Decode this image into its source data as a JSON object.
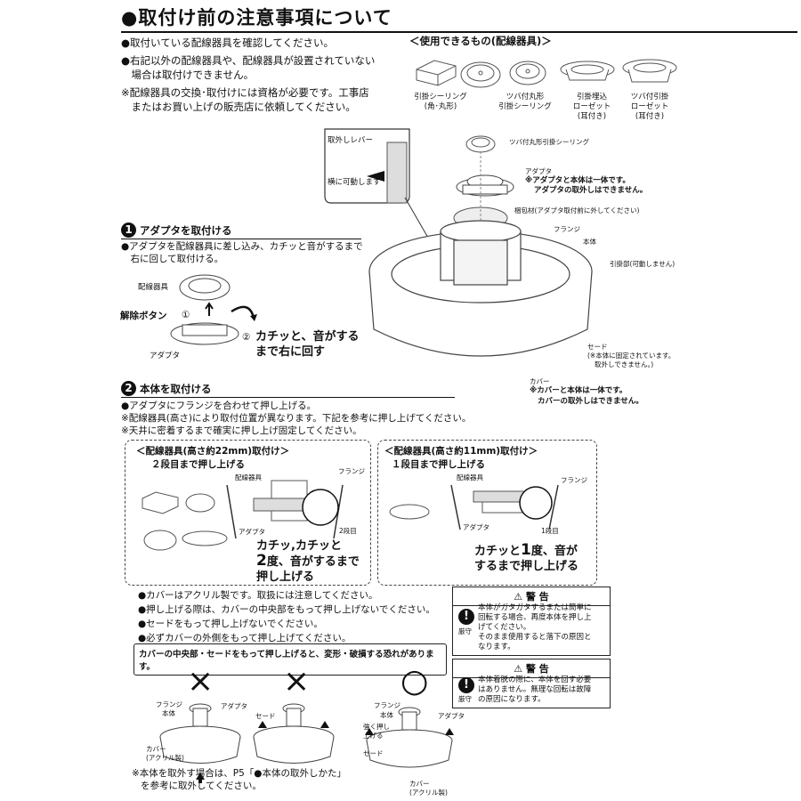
{
  "header": {
    "title": "●取付け前の注意事項について"
  },
  "intro": {
    "lines": [
      "●取付いている配線器具を確認してください。",
      "●右記以外の配線器具や、配線器具が設置されていない",
      "　場合は取付けできません。",
      "※配線器具の交換･取付けには資格が必要です。工事店",
      "　またはお買い上げの販売店に依頼してください。"
    ]
  },
  "usable": {
    "heading": "＜使用できるもの(配線器具)＞",
    "items": [
      {
        "label1": "引掛シーリング",
        "label2": "(角･丸形)"
      },
      {
        "label1": "ツバ付丸形",
        "label2": "引掛シーリング"
      },
      {
        "label1": "引掛埋込",
        "label2": "ローゼット",
        "label3": "(耳付き)"
      },
      {
        "label1": "ツバ付引掛",
        "label2": "ローゼット",
        "label3": "(耳付き)"
      }
    ]
  },
  "exploded": {
    "lever_label": "取外しレバー",
    "lever_note": "横に可動します",
    "ceiling_label": "ツバ付丸形引掛シーリング",
    "adapter_label": "アダプタ",
    "adapter_note1": "※アダプタと本体は一体です。",
    "adapter_note2": "アダプタの取外しはできません。",
    "packing_label": "梱包材(アダプタ取付前に外してください)",
    "flange_label": "フランジ",
    "body_label": "本体",
    "hook_label": "引掛部(可動しません)",
    "shade_label": "セード",
    "shade_note1": "(※本体に固定されています。",
    "shade_note2": "取外しできません。)",
    "cover_label": "カバー",
    "cover_note1": "※カバーと本体は一体です。",
    "cover_note2": "カバーの取外しはできません。"
  },
  "step1": {
    "number": "1",
    "title": "アダプタを取付ける",
    "line1": "●アダプタを配線器具に差し込み、カチッと音がするまで",
    "line2": "　右に回して取付ける。",
    "fixture_label": "配線器具",
    "release_label": "解除ボタン",
    "mark1": "①",
    "mark2": "②",
    "adapter_label": "アダプタ",
    "click_line1": "カチッと、音がする",
    "click_line2": "まで右に回す"
  },
  "step2": {
    "number": "2",
    "title": "本体を取付ける",
    "line1": "●アダプタにフランジを合わせて押し上げる。",
    "line2": "※配線器具(高さ)により取付位置が異なります。下記を参考に押し上げてください。",
    "line3": "※天井に密着するまで確実に押し上げ固定してください。"
  },
  "box22": {
    "heading": "＜配線器具(高さ約22mm)取付け＞",
    "sub": "２段目まで押し上げる",
    "fixture_label": "配線器具",
    "flange_label": "フランジ",
    "adapter_label": "アダプタ",
    "stage_label": "2段目",
    "text1": "カチッ,カチッと",
    "text2_num": "2",
    "text2": "度、音がするまで",
    "text3": "押し上げる"
  },
  "box11": {
    "heading": "＜配線器具(高さ約11mm)取付け＞",
    "sub": "１段目まで押し上げる",
    "fixture_label": "配線器具",
    "flange_label": "フランジ",
    "adapter_label": "アダプタ",
    "stage_label": "1段目",
    "text1a": "カチッと",
    "text1_num": "1",
    "text1b": "度、音が",
    "text2": "するまで押し上げる"
  },
  "notes": {
    "lines": [
      "●カバーはアクリル製です。取扱には注意してください。",
      "●押し上げる際は、カバーの中央部をもって押し上げないでください。",
      "●セードをもって押し上げないでください。",
      "●必ずカバーの外側をもって押し上げてください。"
    ],
    "caution": "カバーの中央部・セードをもって押し上げると、変形・破損する恐れがあります。"
  },
  "warning1": {
    "title": "⚠ 警 告",
    "icon": "!",
    "icon_label": "厳守",
    "lines": [
      "本体がガタガタするまたは簡単に",
      "回転する場合、再度本体を押し上",
      "げてください。",
      "そのまま使用すると落下の原因と",
      "なります。"
    ]
  },
  "warning2": {
    "title": "⚠ 警 告",
    "icon": "!",
    "icon_label": "厳守",
    "lines": [
      "本体着脱の際に、本体を回す必要",
      "はありません。無理な回転は故障",
      "の原因になります。"
    ]
  },
  "bottom": {
    "mark_x": "×",
    "mark_ok": "○",
    "flange_label": "フランジ",
    "body_label": "本体",
    "adapter_label": "アダプタ",
    "cover_label1": "カバー",
    "cover_label2": "(アクリル製)",
    "shade_label": "セード",
    "push_label1": "強く押し",
    "push_label2": "上げる",
    "footnote1": "※本体を取外す場合は、P5「●本体の取外しかた」",
    "footnote2": "を参考に取外してください。"
  }
}
